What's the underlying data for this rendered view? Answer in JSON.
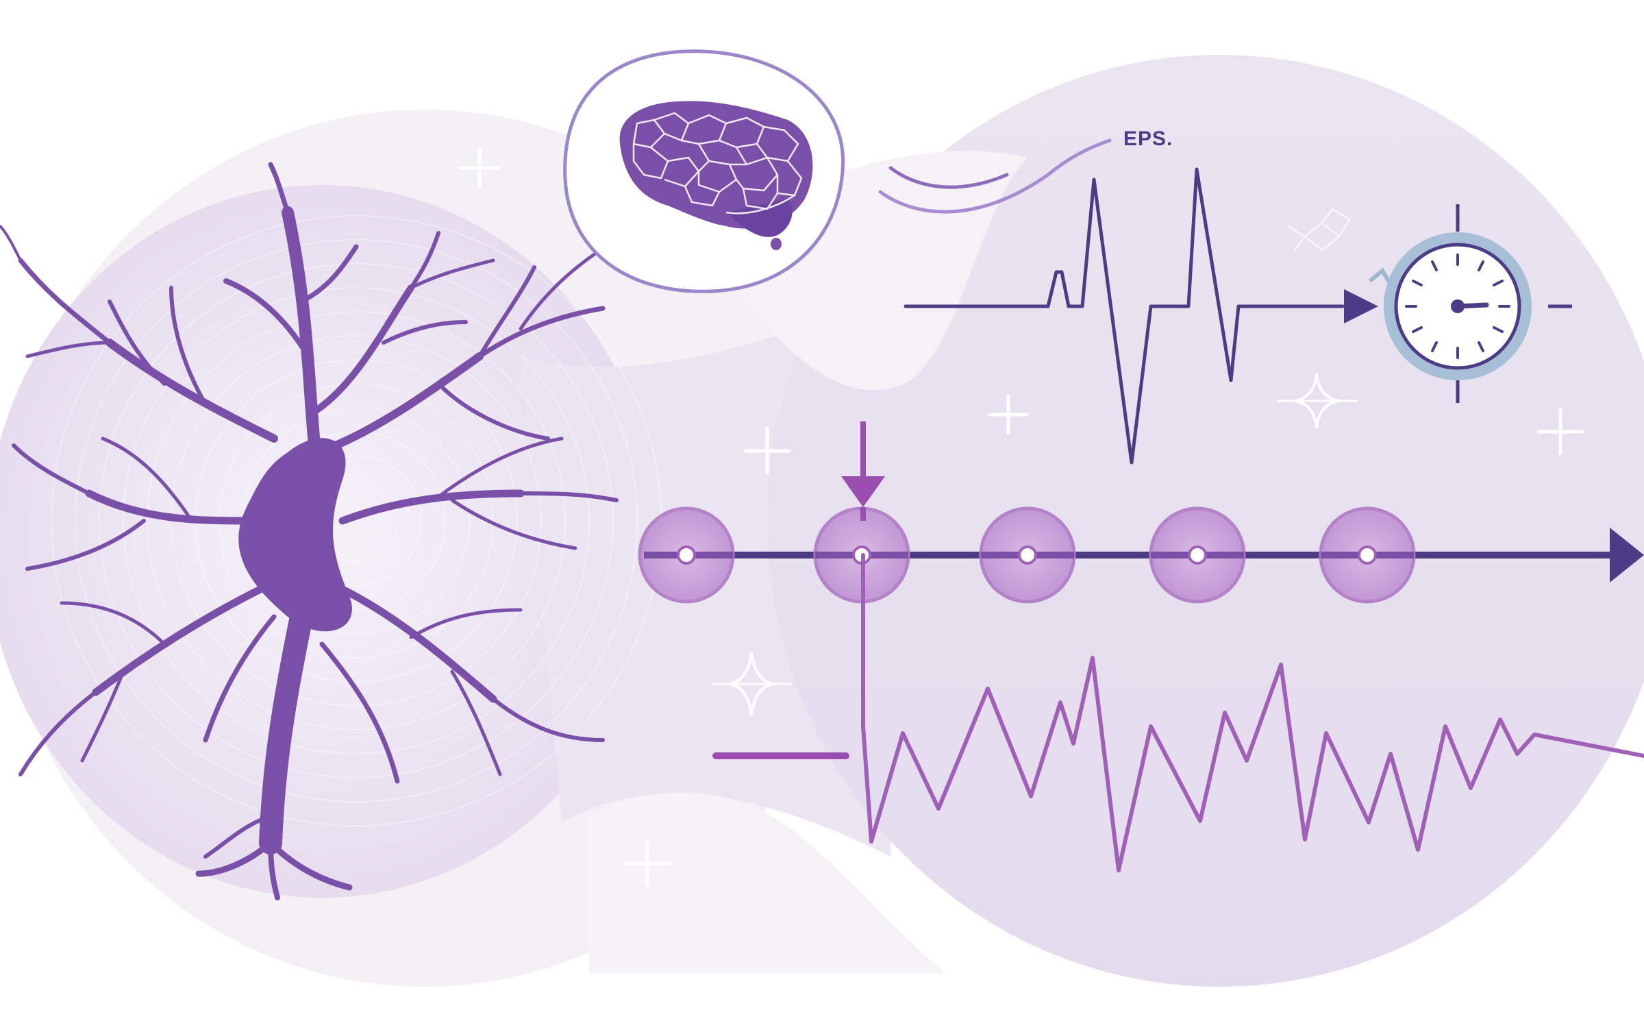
{
  "annotation": {
    "label": "EPS."
  },
  "colors": {
    "background": "#ffffff",
    "blob": "#e9e2f0",
    "blob_light": "#f1edf5",
    "neuron": "#7a4fa8",
    "neuron_dark": "#5e3a90",
    "spike_line": "#4c3c85",
    "burst_line": "#a060b8",
    "node_fill": "#c9a3d8",
    "node_ring": "#b27ec8",
    "arrow": "#4c3c85",
    "clock_ring": "#a6bfd6",
    "sparkle": "#ffffff"
  },
  "icons": {
    "neuron": "neuron-icon",
    "brain": "brain-icon",
    "clock": "stopwatch-icon",
    "timeline_arrow": "arrow-right-icon",
    "stimulus_arrow": "arrow-down-icon",
    "sparkle": "sparkle-icon"
  },
  "timeline": {
    "node_count": 5,
    "stimulus_node_index": 1
  }
}
